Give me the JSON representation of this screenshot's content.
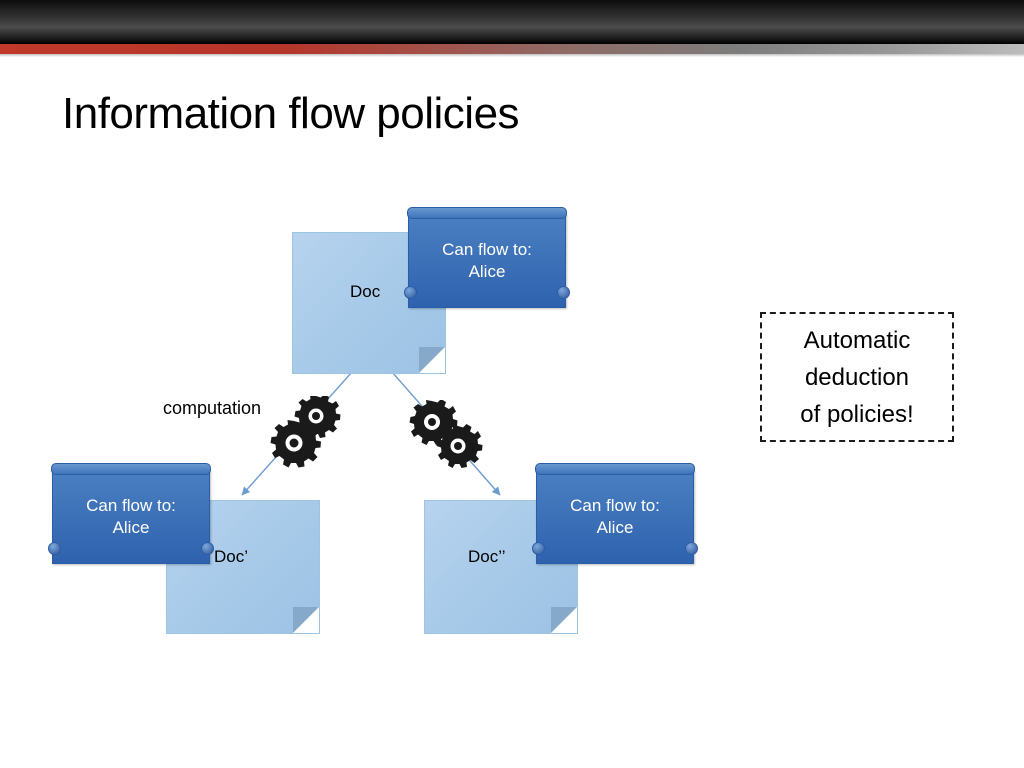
{
  "slide": {
    "title": "Information flow policies"
  },
  "diagram": {
    "documents": [
      {
        "name": "doc-top",
        "label": "Doc"
      },
      {
        "name": "doc-left",
        "label": "Doc’"
      },
      {
        "name": "doc-right",
        "label": "Doc’’"
      }
    ],
    "policy_tags": [
      {
        "name": "tag-top",
        "text": "Can flow to:\nAlice"
      },
      {
        "name": "tag-left",
        "text": "Can flow to:\nAlice"
      },
      {
        "name": "tag-right",
        "text": "Can flow to:\nAlice"
      }
    ],
    "edge_label": "computation",
    "gears_icon": "gears-icon",
    "arrow_color": "#6d9bd1"
  },
  "callout": {
    "text": "Automatic\ndeduction\nof policies!"
  },
  "colors": {
    "accent_red": "#c0392b",
    "tag_blue": "#2e62ae",
    "doc_blue": "#a9cbe9",
    "title_black": "#000000"
  }
}
